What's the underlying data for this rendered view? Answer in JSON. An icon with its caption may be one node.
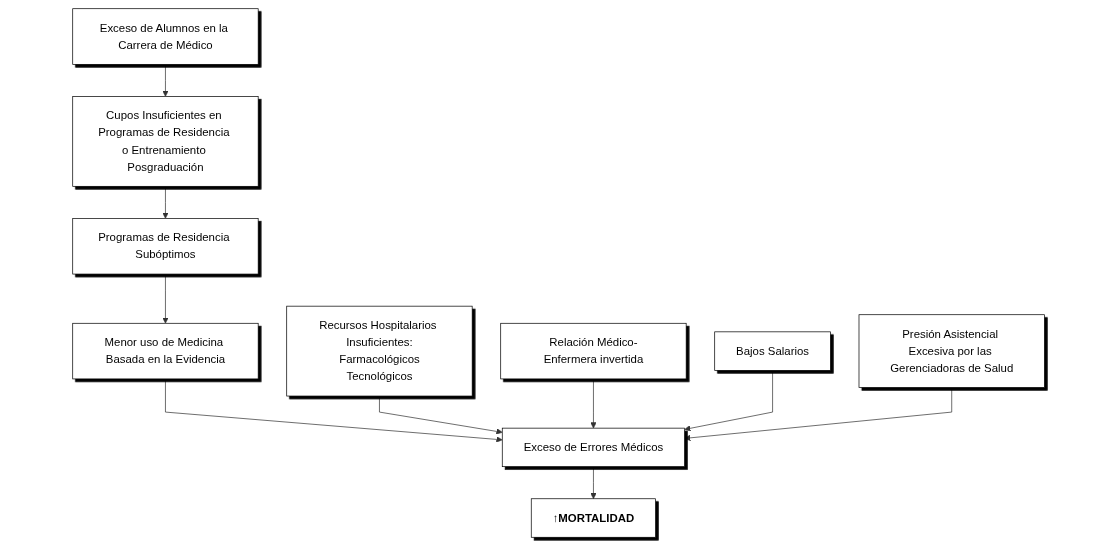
{
  "diagram": {
    "nodes": [
      {
        "text": [
          "Exceso de Alumnos en la Carrera de Médico"
        ]
      },
      {
        "text": [
          "Cupos Insuficientes en Programas de Residencia o Entrenamiento Posgraduación"
        ]
      },
      {
        "text": [
          "Programas de Residencia Subóptimos"
        ]
      },
      {
        "text": [
          "Menor uso de Medicina Basada en la Evidencia"
        ]
      },
      {
        "text": [
          "Recursos Hospitalarios Insuficientes:",
          "Farmacológicos",
          "Tecnológicos"
        ]
      },
      {
        "text": [
          "Relación Médico-Enfermera invertida"
        ]
      },
      {
        "text": [
          "Exceso de Errores Médicos"
        ]
      },
      {
        "text": [
          "Bajos Salarios"
        ]
      },
      {
        "text": [
          "Presión Asistencial Excesiva por las Gerenciadoras de Salud"
        ]
      },
      {
        "text": [
          "↑MORTALIDAD"
        ]
      }
    ],
    "edges": [
      {
        "from": 0,
        "to": 1,
        "arrow": "to"
      },
      {
        "from": 1,
        "to": 2,
        "arrow": "to"
      },
      {
        "from": 2,
        "to": 3,
        "arrow": "to"
      },
      {
        "from": 3,
        "to": 6,
        "arrow": "to"
      },
      {
        "from": 4,
        "to": 6,
        "arrow": "to"
      },
      {
        "from": 5,
        "to": 6,
        "arrow": "to"
      },
      {
        "from": 7,
        "to": 6,
        "arrow": "to"
      },
      {
        "from": 8,
        "to": 6,
        "arrow": "to"
      },
      {
        "from": 6,
        "to": 9,
        "arrow": "to"
      }
    ]
  }
}
